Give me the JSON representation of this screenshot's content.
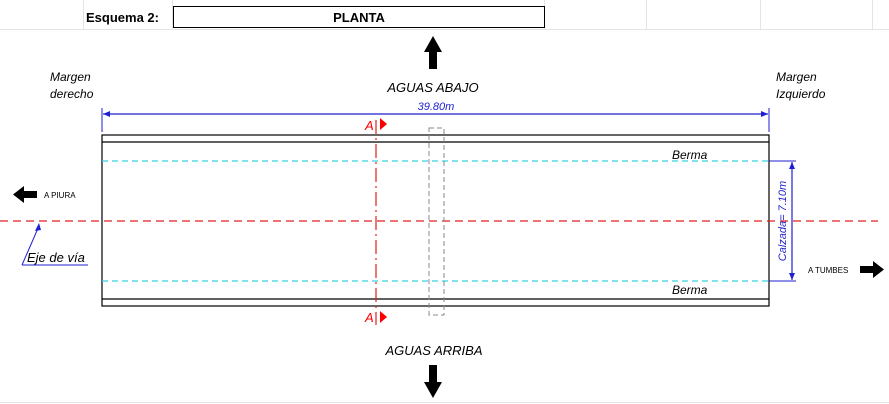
{
  "header": {
    "label": "Esquema 2:",
    "title": "PLANTA"
  },
  "drawing": {
    "margin_left": [
      "Margen",
      "derecho"
    ],
    "margin_right": [
      "Margen",
      "Izquierdo"
    ],
    "upstream_label": "AGUAS ABAJO",
    "downstream_label": "AGUAS ARRIBA",
    "width_dimension": "39.80m",
    "roadway_dimension": "Calzada= 7.10m",
    "berma_top": "Berma",
    "berma_bottom": "Berma",
    "left_direction": "A PIURA",
    "right_direction": "A TUMBES",
    "axis_label": "Eje de vía",
    "section_top": "A",
    "section_bottom": "A"
  },
  "colors": {
    "dimension": "#1f1fd0",
    "axis": "#e02020",
    "berma_line": "#39d0e0",
    "section": "#ff0000",
    "outline": "#000000"
  }
}
